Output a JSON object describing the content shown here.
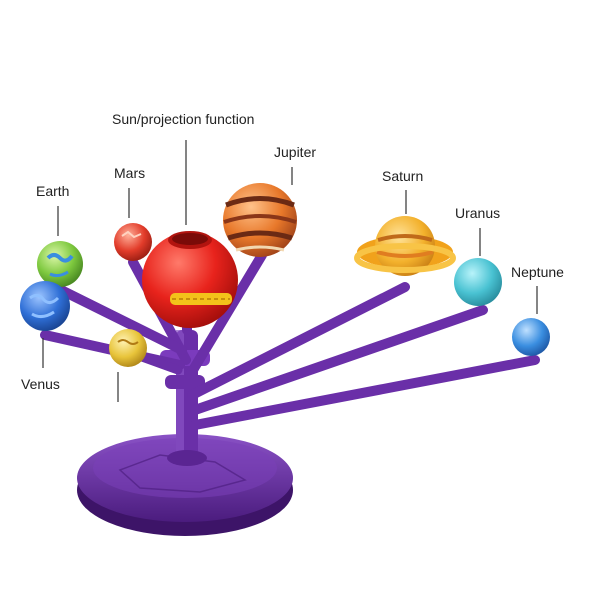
{
  "labels": {
    "sun": "Sun/projection function",
    "mars": "Mars",
    "jupiter": "Jupiter",
    "earth": "Earth",
    "saturn": "Saturn",
    "uranus": "Uranus",
    "neptune": "Neptune",
    "venus": "Venus"
  },
  "colors": {
    "frame": "#6a2fa8",
    "frame_dark": "#4e1f82",
    "sun": "#e8231c",
    "jupiter": "#e8782a",
    "saturn": "#f3b12c",
    "uranus": "#49c2d2",
    "neptune": "#3a8ee0",
    "earth": "#7dc83e",
    "venus": "#2f6fd6",
    "mars": "#e23c2a",
    "mercury": "#e8c43a",
    "leader": "#333333"
  }
}
